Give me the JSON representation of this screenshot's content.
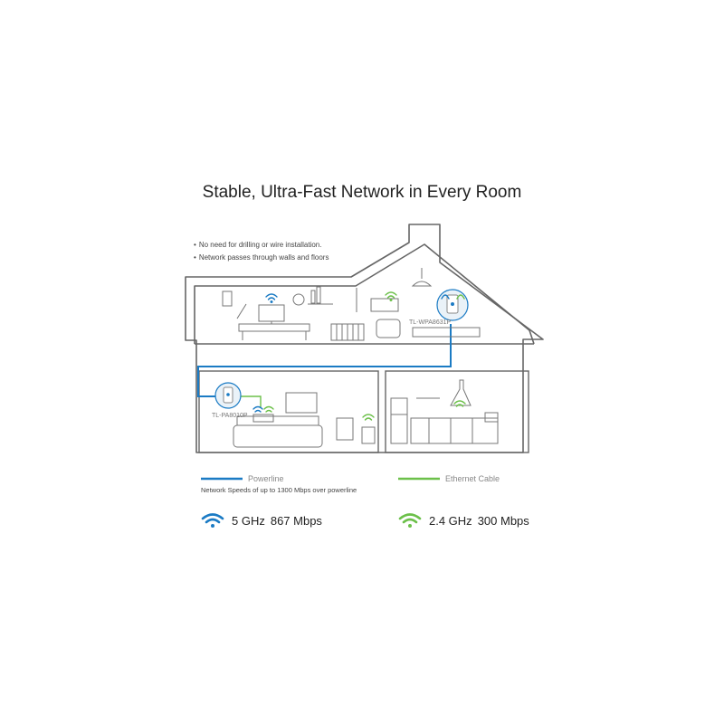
{
  "title": "Stable, Ultra-Fast Network in Every Room",
  "bullets": [
    "No need for drilling or wire installation.",
    "Network passes through walls and floors"
  ],
  "devices": {
    "upstairs": "TL-WPA8631P",
    "downstairs": "TL-PA8010P"
  },
  "legend": {
    "powerline": "Powerline",
    "ethernet": "Ethernet Cable",
    "note": "Network Speeds of up to 1300 Mbps over powerline"
  },
  "speeds": {
    "band5_label": "5 GHz",
    "band5_speed": "867 Mbps",
    "band24_label": "2.4 GHz",
    "band24_speed": "300 Mbps"
  },
  "colors": {
    "powerline": "#1b7bc4",
    "ethernet": "#6cc04a",
    "wifi5": "#1b7bc4",
    "wifi24": "#6cc04a",
    "outline": "#666666"
  }
}
